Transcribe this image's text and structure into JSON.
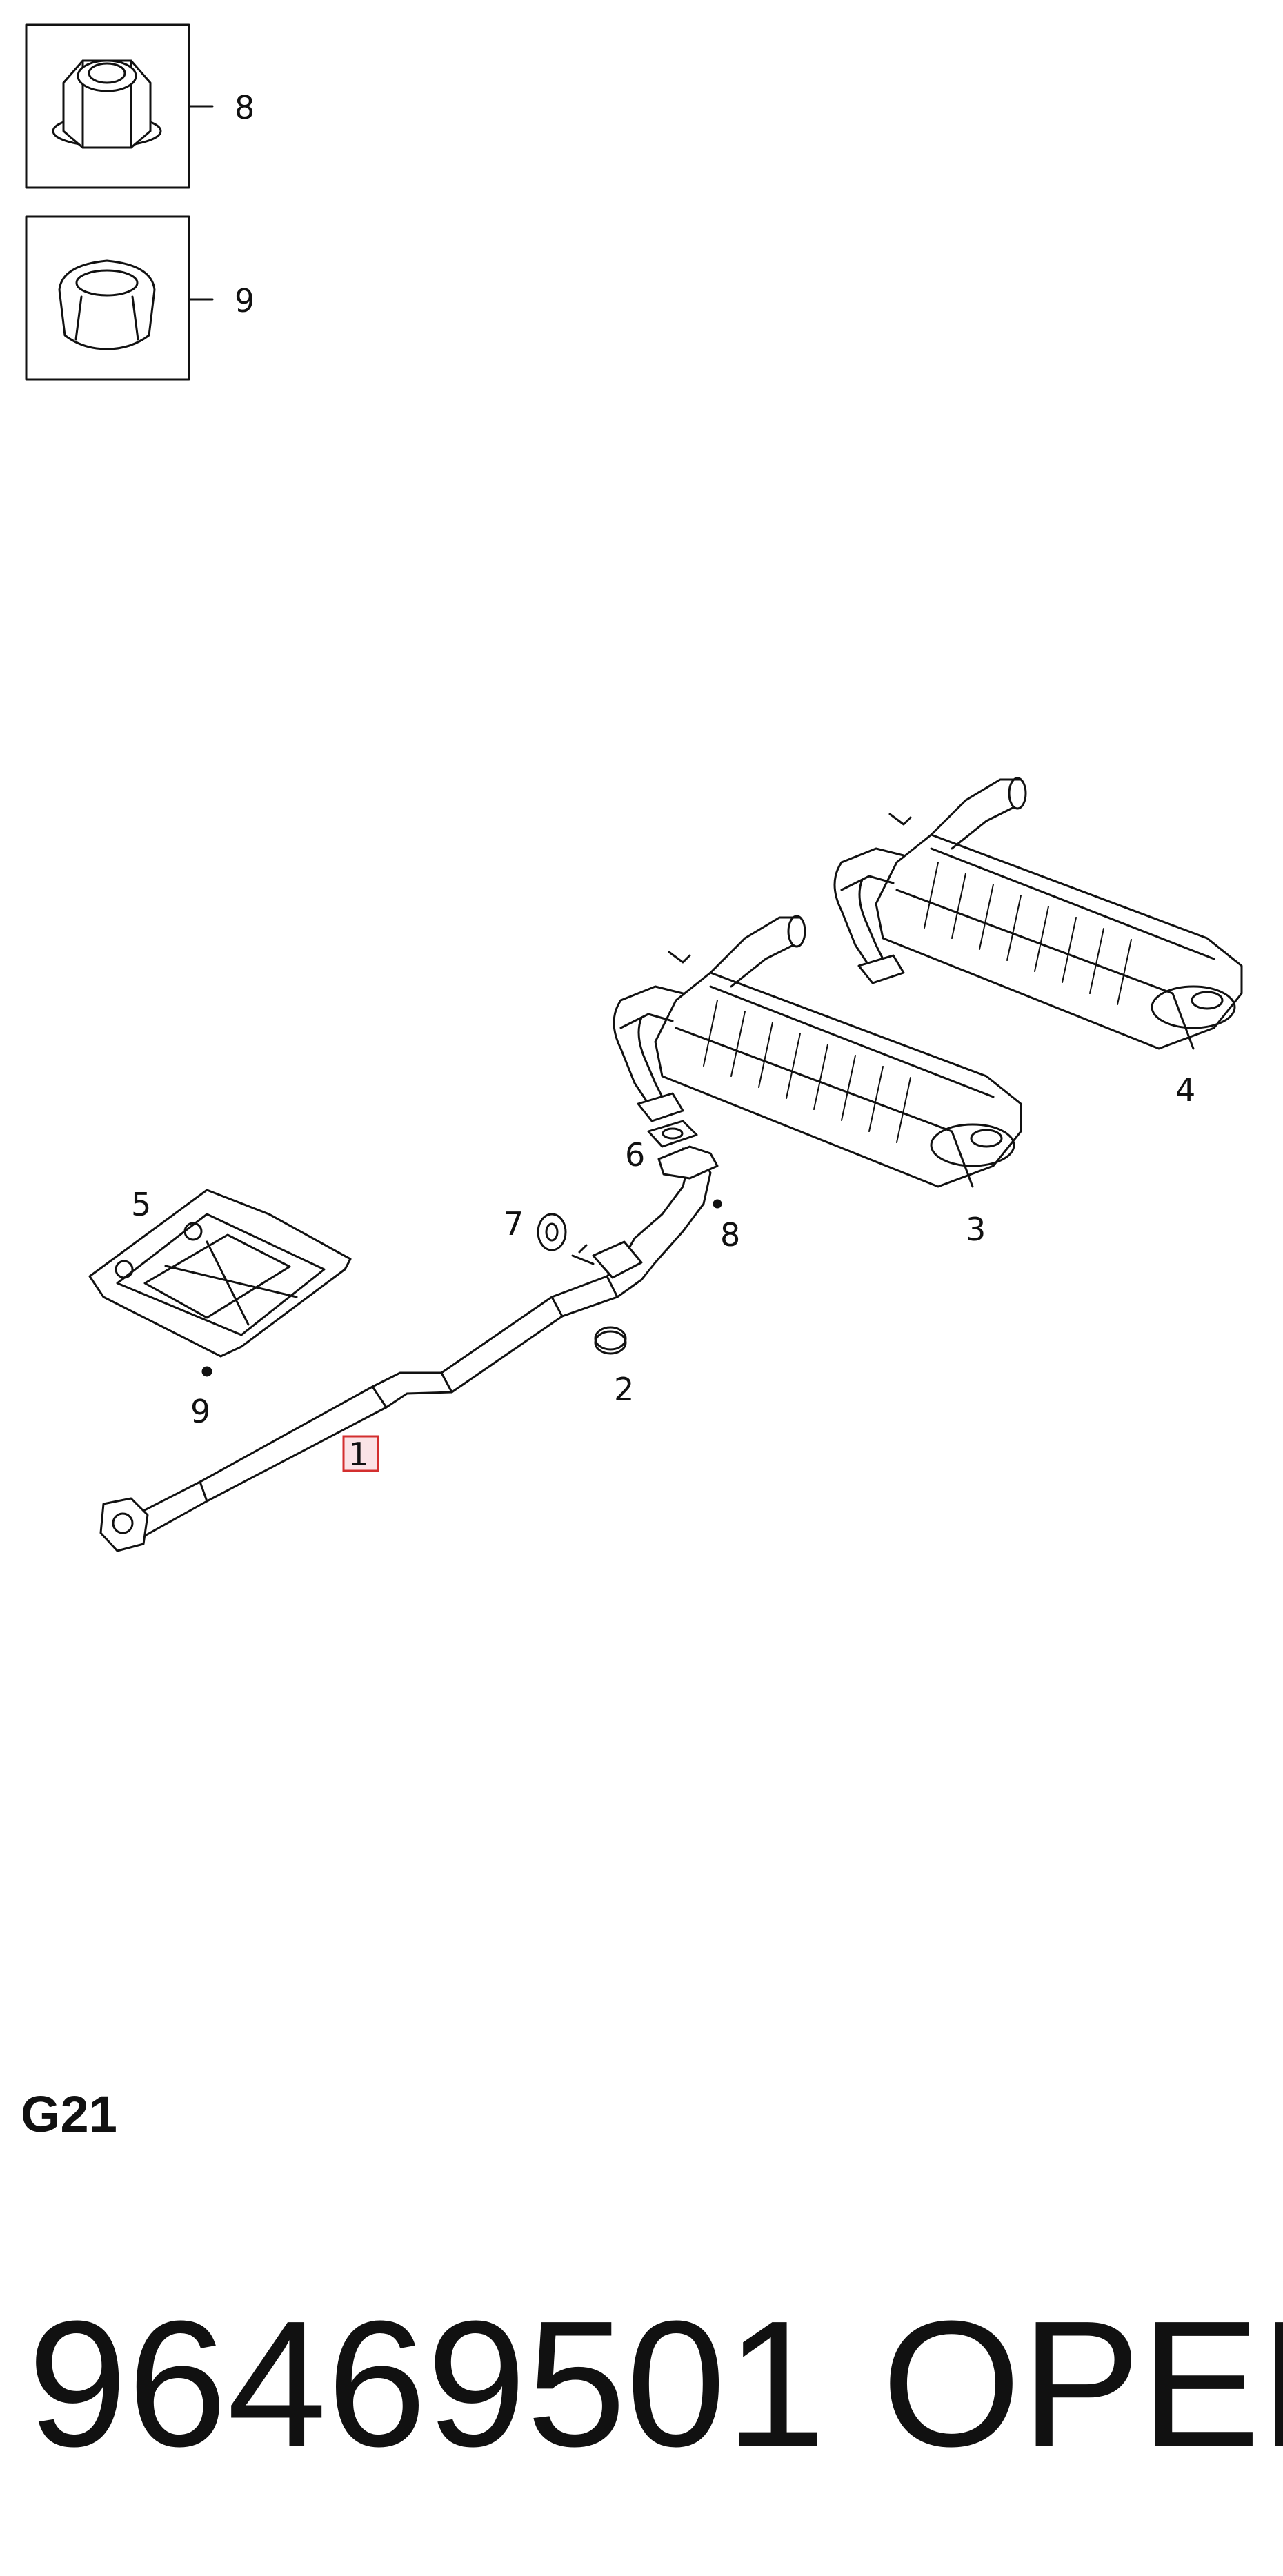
{
  "callouts": {
    "c1": "1",
    "c2": "2",
    "c3": "3",
    "c4": "4",
    "c5": "5",
    "c6": "6",
    "c7": "7",
    "c8": "8",
    "c9": "9",
    "box8": "8",
    "box9": "9"
  },
  "section_code": "G21",
  "part_number": "96469501",
  "brand": "OPEL",
  "colors": {
    "line": "#111111",
    "highlight_fill": "#fbe3e6",
    "highlight_stroke": "#d32f2f"
  }
}
